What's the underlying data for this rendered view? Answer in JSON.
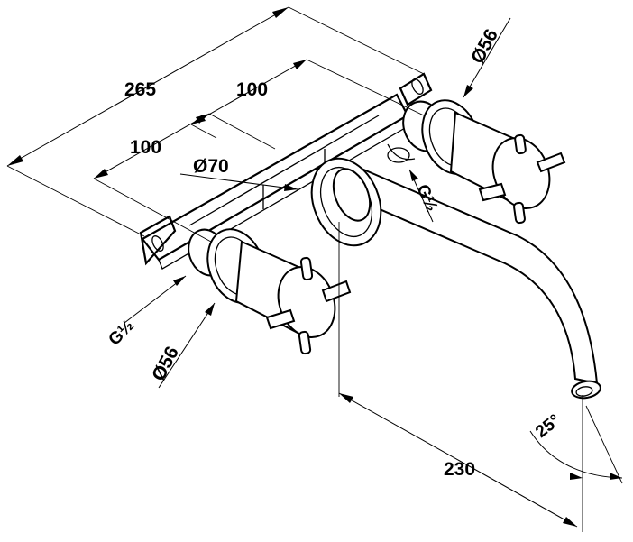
{
  "dimensions": {
    "overall_width": "265",
    "handle_spacing_right": "100",
    "handle_spacing_left": "100",
    "spout_rosette_diameter": "Ø70",
    "handle_diameter_top": "Ø56",
    "handle_diameter_bottom": "Ø56",
    "thread_right": "G½",
    "thread_left": "G½",
    "spout_projection": "230",
    "spout_angle": "25°"
  }
}
